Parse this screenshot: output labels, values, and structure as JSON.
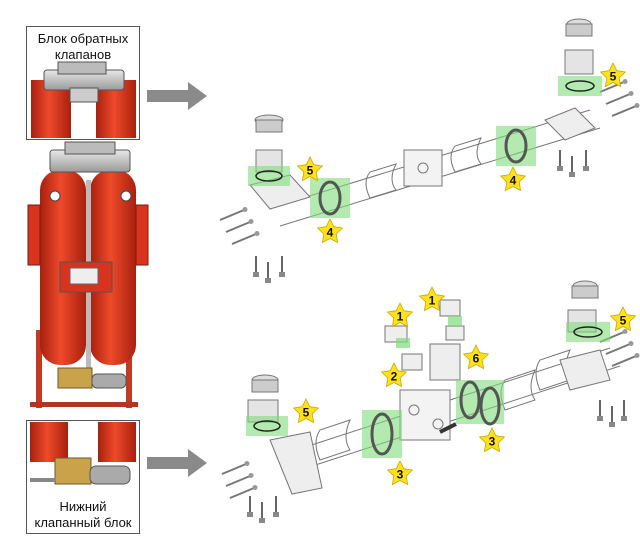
{
  "labels": {
    "top_block": [
      "Блок обратных",
      "клапанов"
    ],
    "bottom_block": [
      "Нижний",
      "клапанный блок"
    ]
  },
  "callouts": {
    "top": [
      {
        "id": "top-5-right",
        "text": "5"
      },
      {
        "id": "top-4-right",
        "text": "4"
      },
      {
        "id": "top-5-left",
        "text": "5"
      },
      {
        "id": "top-4-left",
        "text": "4"
      }
    ],
    "bottom": [
      {
        "id": "bot-1-left",
        "text": "1"
      },
      {
        "id": "bot-1-right",
        "text": "1"
      },
      {
        "id": "bot-2",
        "text": "2"
      },
      {
        "id": "bot-6",
        "text": "6"
      },
      {
        "id": "bot-5-right",
        "text": "5"
      },
      {
        "id": "bot-5-left",
        "text": "5"
      },
      {
        "id": "bot-3-left",
        "text": "3"
      },
      {
        "id": "bot-3-right",
        "text": "3"
      }
    ]
  },
  "colors": {
    "tank_red": "#d8341d",
    "highlight_green": "#7fdc7a",
    "star_yellow": "#ffe21a",
    "arrow_gray": "#8a8a8a",
    "line_gray": "#777777"
  }
}
